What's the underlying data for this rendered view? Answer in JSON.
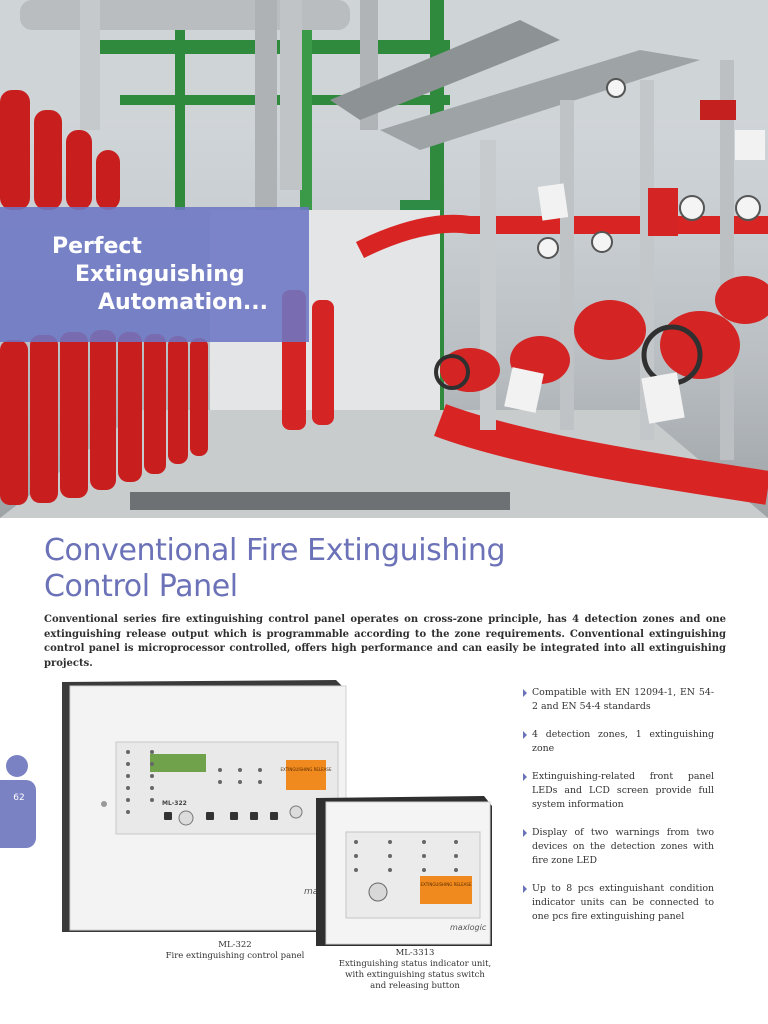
{
  "hero": {
    "tagline": [
      "Perfect",
      "Extinguishing",
      "Automation..."
    ],
    "colors": {
      "pipe_red": "#d92424",
      "steel_green": "#2f8a3e",
      "tagline_bg": "#6c76c4"
    }
  },
  "section": {
    "title_line1": "Conventional Fire Extinguishing",
    "title_line2": "Control Panel",
    "intro": "Conventional series fire extinguishing control panel operates on cross-zone principle, has 4 detection zones and one extinguishing release output which is programmable according to the zone requirements. Conventional extinguishing control panel is microprocessor controlled, offers high performance and can easily be integrated into all extinguishing projects.",
    "title_color": "#6b72b8"
  },
  "features": [
    "Compatible with EN 12094-1, EN 54-2 and EN 54-4 standards",
    "4 detection zones, 1 extinguishing zone",
    "Extinguishing-related front panel LEDs and LCD screen provide full system information",
    "Display of two warnings from two devices on the detection zones with fire zone LED",
    "Up to 8 pcs extinguishant condition indicator units can be connected to one pcs fire extinguishing panel"
  ],
  "products": {
    "main_panel": {
      "model": "ML-322",
      "description": "Fire extinguishing control panel",
      "brand": "maxlogic",
      "panel_label": "ML-322",
      "orange_label": "EXTINGUISHING RELEASE"
    },
    "indicator": {
      "model": "ML-3313",
      "description_lines": [
        "Extinguishing status indicator unit,",
        "with extinguishing status switch",
        "and releasing button"
      ],
      "brand": "maxlogic",
      "orange_label": "EXTINGUISHING RELEASE"
    }
  },
  "page_number": "62",
  "accent_color": "#7b82c4"
}
